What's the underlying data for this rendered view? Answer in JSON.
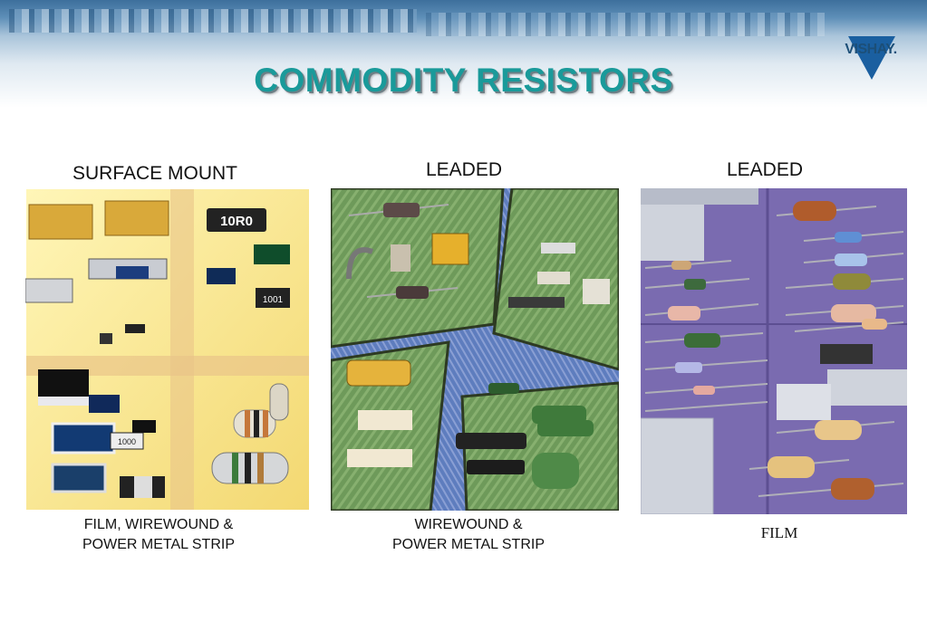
{
  "header": {
    "title": "COMMODITY RESISTORS",
    "logo_text": "VISHAY."
  },
  "columns": [
    {
      "heading": "SURFACE MOUNT",
      "caption_line1": "FILM, WIREWOUND &",
      "caption_line2": "POWER METAL STRIP",
      "chip_labels": [
        "10R0",
        "1001",
        "1000"
      ]
    },
    {
      "heading": "LEADED",
      "caption_line1": "WIREWOUND &",
      "caption_line2": "POWER METAL STRIP"
    },
    {
      "heading": "LEADED",
      "caption_line1": "FILM"
    }
  ],
  "colors": {
    "title": "#1a9a9a",
    "logo": "#1a5fa0"
  }
}
